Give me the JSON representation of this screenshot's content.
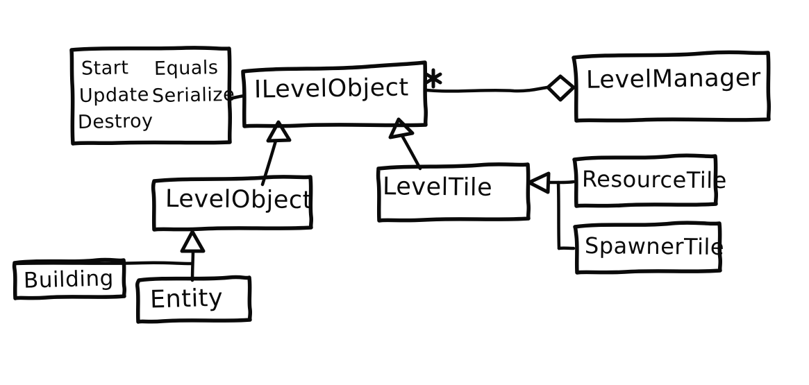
{
  "diagram": {
    "kind": "hand-drawn-uml-class-diagram",
    "background_color": "#ffffff",
    "ink_color": "#0a0a0a",
    "nodes": [
      {
        "id": "methods-note",
        "type": "note",
        "methods_col_left": [
          "Start",
          "Update",
          "Destroy"
        ],
        "methods_col_right": [
          "Equals",
          "Serialize"
        ]
      },
      {
        "id": "ilevelobject",
        "type": "interface",
        "name": "ILevelObject"
      },
      {
        "id": "levelmanager",
        "type": "class",
        "name": "LevelManager"
      },
      {
        "id": "levelobject",
        "type": "class",
        "name": "LevelObject"
      },
      {
        "id": "leveltile",
        "type": "class",
        "name": "LevelTile"
      },
      {
        "id": "resourcetile",
        "type": "class",
        "name": "ResourceTile"
      },
      {
        "id": "spawnertile",
        "type": "class",
        "name": "SpawnerTile"
      },
      {
        "id": "building",
        "type": "class",
        "name": "Building"
      },
      {
        "id": "entity",
        "type": "class",
        "name": "Entity"
      }
    ],
    "edges": [
      {
        "id": "note-link",
        "from": "methods-note",
        "to": "ilevelobject",
        "style": "plain-line"
      },
      {
        "id": "agg-link",
        "from": "levelmanager",
        "to": "ilevelobject",
        "style": "aggregation-diamond",
        "multiplicity": "*"
      },
      {
        "id": "lo-inherit",
        "from": "levelobject",
        "to": "ilevelobject",
        "style": "inheritance-triangle"
      },
      {
        "id": "lt-inherit",
        "from": "leveltile",
        "to": "ilevelobject",
        "style": "inheritance-triangle"
      },
      {
        "id": "ent-inherit",
        "from": "entity",
        "to": "levelobject",
        "style": "inheritance-triangle"
      },
      {
        "id": "bld-inherit",
        "from": "building",
        "to": "levelobject",
        "style": "inheritance-triangle-shared"
      },
      {
        "id": "res-inherit",
        "from": "resourcetile",
        "to": "leveltile",
        "style": "inheritance-triangle"
      },
      {
        "id": "spw-inherit",
        "from": "spawnertile",
        "to": "leveltile",
        "style": "inheritance-triangle-shared"
      }
    ],
    "multiplicity_marker": "*"
  }
}
